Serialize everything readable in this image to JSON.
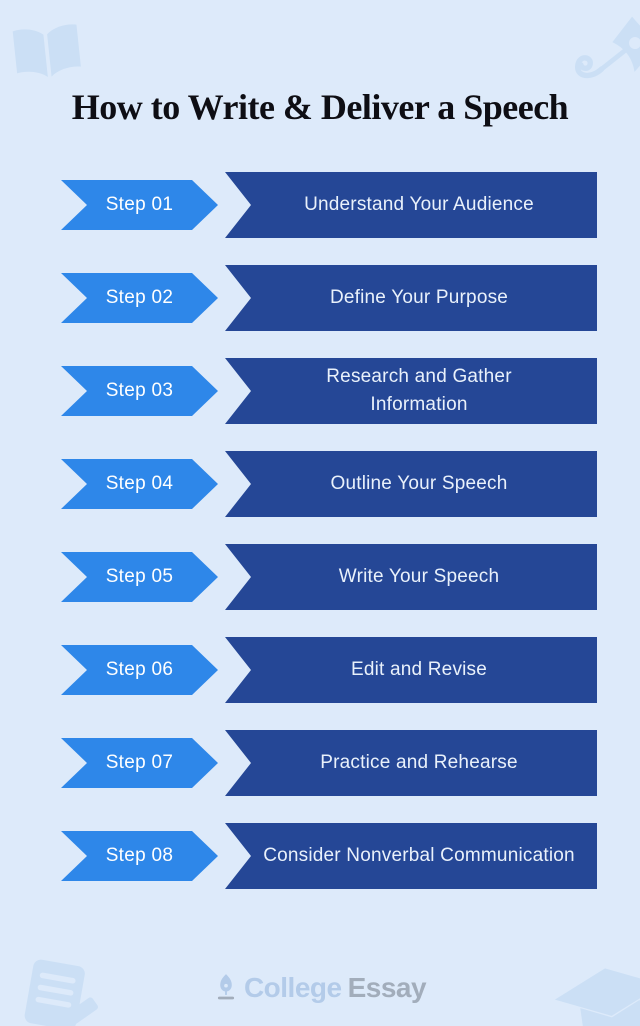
{
  "title": "How to Write & Deliver a Speech",
  "steps": [
    {
      "step": "Step 01",
      "title": "Understand Your Audience"
    },
    {
      "step": "Step 02",
      "title": "Define Your Purpose"
    },
    {
      "step": "Step 03",
      "title": "Research and Gather\nInformation"
    },
    {
      "step": "Step 04",
      "title": "Outline Your Speech"
    },
    {
      "step": "Step 05",
      "title": "Write Your Speech"
    },
    {
      "step": "Step 06",
      "title": "Edit and Revise"
    },
    {
      "step": "Step 07",
      "title": "Practice and Rehearse"
    },
    {
      "step": "Step 08",
      "title": "Consider Nonverbal Communication"
    }
  ],
  "footer": {
    "brand_college": "College",
    "brand_essay": "Essay",
    "logo_icon": "pen-nib-icon"
  },
  "decorations": {
    "top_left": "open-book-icon",
    "top_right": "fountain-pen-icon",
    "bottom_left": "note-and-pencil-icon",
    "bottom_right": "graduation-cap-icon"
  },
  "colors": {
    "background": "#ddeafa",
    "ribbon_blue": "#2e87e9",
    "banner_navy": "#254796",
    "title_text": "#0e0e14",
    "step_text": "#ffffff",
    "banner_text": "#e9f1fb",
    "logo_college": "#b3cbe9",
    "logo_essay": "#a2adbb",
    "decor_icon": "#c9def5"
  }
}
